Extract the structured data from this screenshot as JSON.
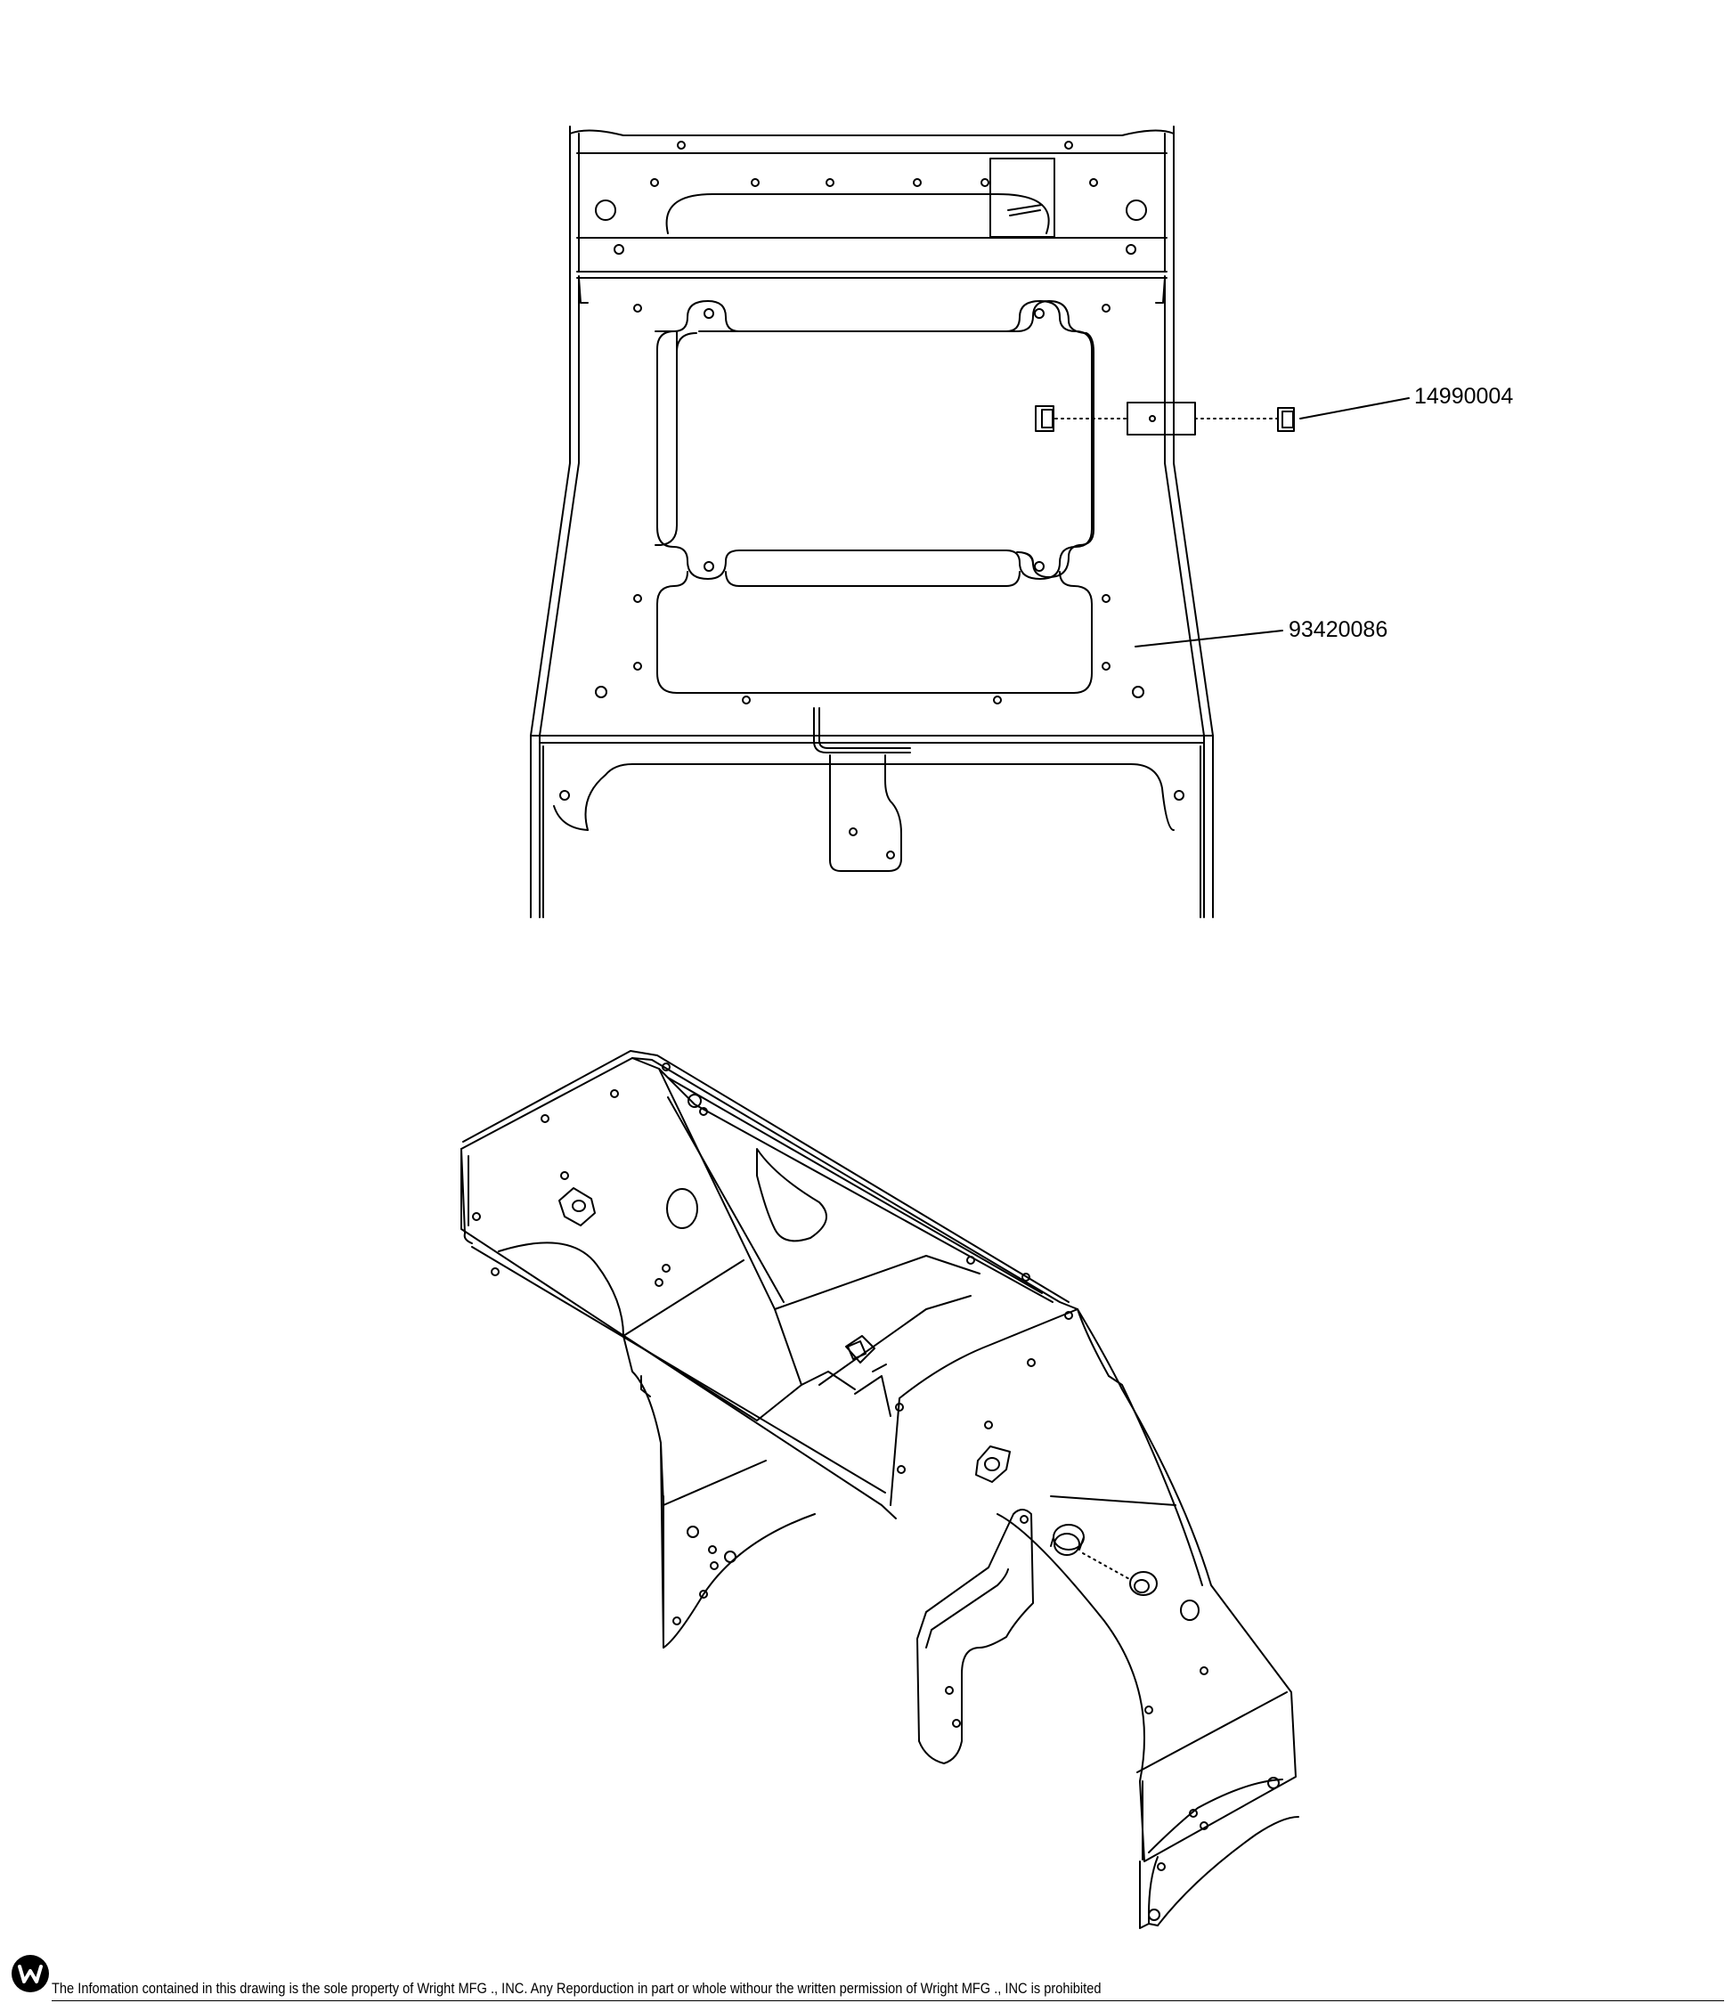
{
  "callouts": [
    {
      "part_number": "14990004"
    },
    {
      "part_number": "93420086"
    }
  ],
  "footer": {
    "logo_icon": "wright-w-logo-icon",
    "notice": "The Infomation contained in this drawing is the sole property of Wright MFG ., INC. Any Reporduction in part or whole withour the written permission of Wright MFG ., INC is prohibited"
  },
  "colors": {
    "line": "#000000",
    "background": "#ffffff"
  }
}
